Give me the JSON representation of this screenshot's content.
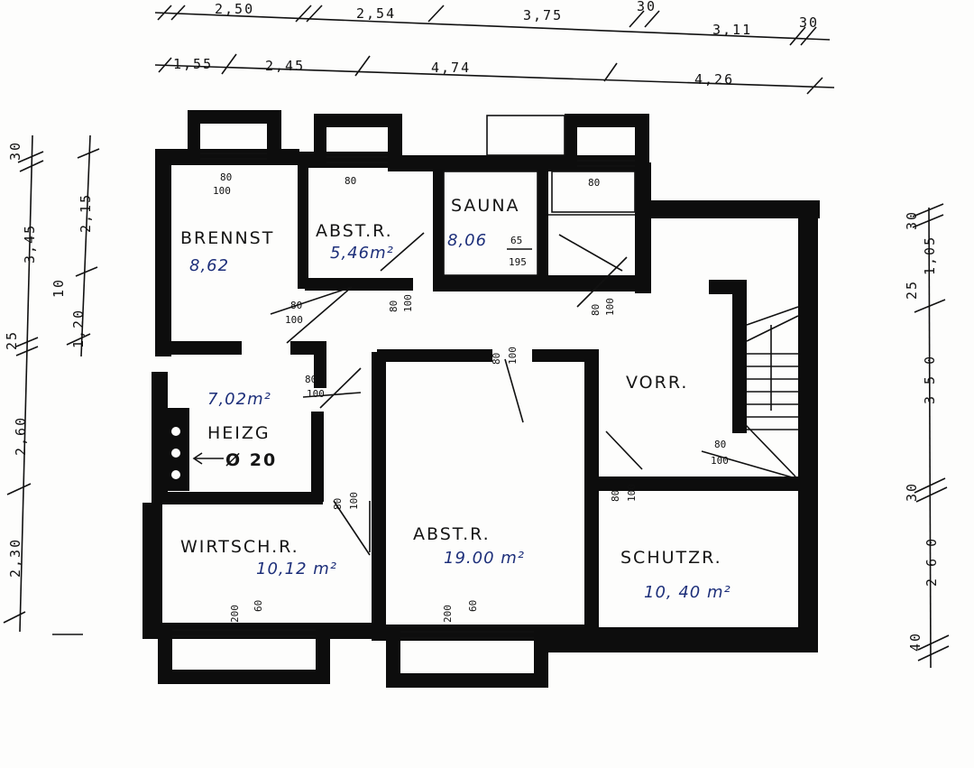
{
  "dimensions": {
    "top_row_1": [
      "2,50",
      "2,54",
      "3,75",
      "30",
      "3,11",
      "30"
    ],
    "top_row_2": [
      "1,55",
      "2,45",
      "4,74",
      "4,26"
    ],
    "left": [
      "30",
      "3,45",
      "2,15",
      "10",
      "1,20",
      "25",
      "2,60",
      "2,30"
    ],
    "right": [
      "30",
      "1,05",
      "25",
      "3 5 0",
      "30",
      "2 6 0",
      "40"
    ]
  },
  "rooms": {
    "brennst": {
      "label": "BRENNST",
      "area": "8,62"
    },
    "abstr_small": {
      "label": "ABST.R.",
      "area": "5,46m²"
    },
    "sauna": {
      "label": "SAUNA",
      "area": "8,06"
    },
    "heizg": {
      "label": "HEIZG",
      "area": "7,02m²"
    },
    "vorr": {
      "label": "VORR."
    },
    "wirtsch": {
      "label": "WIRTSCH.R.",
      "area": "10,12 m²"
    },
    "abstr_large": {
      "label": "ABST.R.",
      "area": "19.00 m²"
    },
    "schutzr": {
      "label": "SCHUTZR.",
      "area": "10, 40 m²"
    }
  },
  "annotations": {
    "chimney_note": "Ø 20",
    "sauna_aux_top": "65",
    "sauna_aux_bottom": "195"
  },
  "doors": {
    "d80": "80",
    "d200h": "200",
    "d80h": "100",
    "win_w": "200",
    "win_h": "60"
  }
}
